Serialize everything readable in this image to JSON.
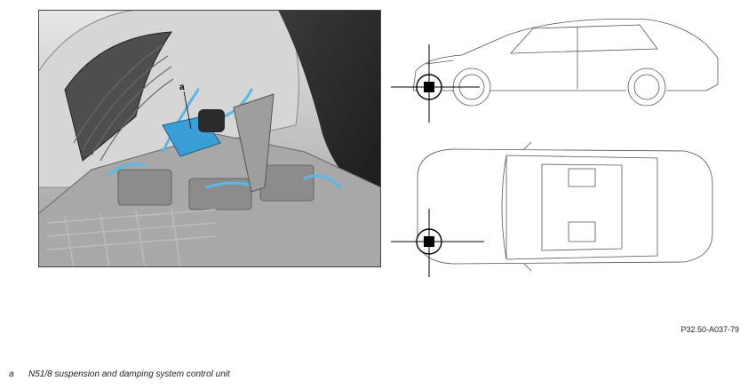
{
  "callout": {
    "label": "a"
  },
  "figure_code": "P32.50-A037-79",
  "legend": [
    {
      "key": "a",
      "text": "N51/8 suspension and damping system control unit"
    }
  ],
  "colors": {
    "accent": "#5ab8e6",
    "line": "#555555"
  }
}
